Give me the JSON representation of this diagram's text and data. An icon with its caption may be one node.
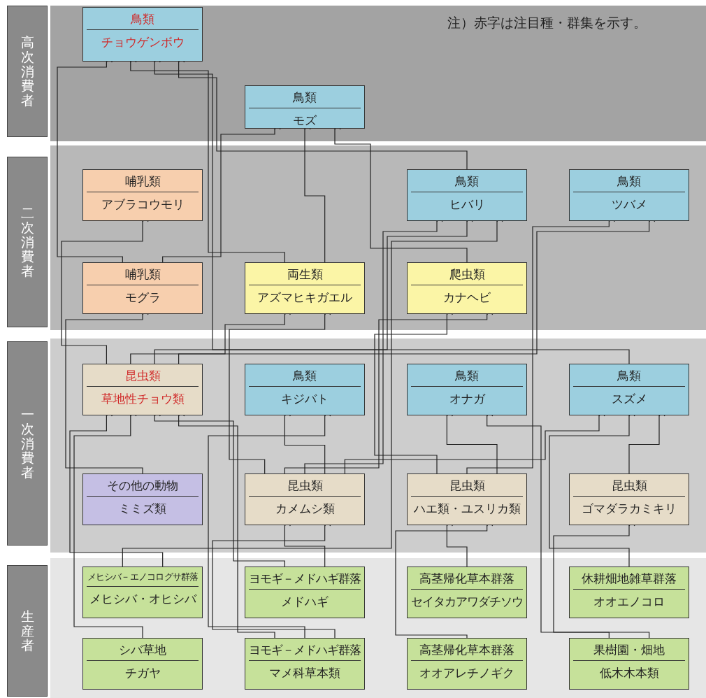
{
  "diagram": {
    "nodes": [
      {
        "text": [
          "高次消費者"
        ]
      },
      {
        "text": [
          "二次消費者"
        ]
      },
      {
        "text": [
          "一次消費者"
        ]
      },
      {
        "text": [
          "生産者"
        ]
      },
      {
        "text": [
          "鳥類",
          "チョウゲンボウ"
        ]
      },
      {
        "text": [
          "鳥類",
          "モズ"
        ]
      },
      {
        "text": [
          "哺乳類",
          "アブラコウモリ"
        ]
      },
      {
        "text": [
          "鳥類",
          "ヒバリ"
        ]
      },
      {
        "text": [
          "鳥類",
          "ツバメ"
        ]
      },
      {
        "text": [
          "哺乳類",
          "モグラ"
        ]
      },
      {
        "text": [
          "両生類",
          "アズマヒキガエル"
        ]
      },
      {
        "text": [
          "爬虫類",
          "カナヘビ"
        ]
      },
      {
        "text": [
          "昆虫類",
          "草地性チョウ類"
        ]
      },
      {
        "text": [
          "鳥類",
          "キジバト"
        ]
      },
      {
        "text": [
          "鳥類",
          "オナガ"
        ]
      },
      {
        "text": [
          "鳥類",
          "スズメ"
        ]
      },
      {
        "text": [
          "その他の動物",
          "ミミズ類"
        ]
      },
      {
        "text": [
          "昆虫類",
          "カメムシ類"
        ]
      },
      {
        "text": [
          "昆虫類",
          "ハエ類・ユスリカ類"
        ]
      },
      {
        "text": [
          "昆虫類",
          "ゴマダラカミキリ"
        ]
      },
      {
        "text": [
          "メヒシバ－エノコログサ群落",
          "メヒシバ・オヒシバ"
        ]
      },
      {
        "text": [
          "ヨモギ－メドハギ群落",
          "メドハギ"
        ]
      },
      {
        "text": [
          "高茎帰化草本群落",
          "セイタカアワダチソウ"
        ]
      },
      {
        "text": [
          "休耕畑地雑草群落",
          "オオエノコロ"
        ]
      },
      {
        "text": [
          "シバ草地",
          "チガヤ"
        ]
      },
      {
        "text": [
          "ヨモギ－メドハギ群落",
          "マメ科草本類"
        ]
      },
      {
        "text": [
          "高茎帰化草本群落",
          "オオアレチノギク"
        ]
      },
      {
        "text": [
          "果樹園・畑地",
          "低木木本類"
        ]
      }
    ],
    "edges": [
      {
        "from": 9,
        "to": 4,
        "arrow": "to"
      },
      {
        "from": 10,
        "to": 4,
        "arrow": "to"
      },
      {
        "from": 15,
        "to": 4,
        "arrow": "to"
      },
      {
        "from": 7,
        "to": 4,
        "arrow": "to"
      },
      {
        "from": 9,
        "to": 5,
        "arrow": "to"
      },
      {
        "from": 10,
        "to": 5,
        "arrow": "to"
      },
      {
        "from": 11,
        "to": 5,
        "arrow": "to"
      },
      {
        "from": 12,
        "to": 6,
        "arrow": "to"
      },
      {
        "from": 16,
        "to": 9,
        "arrow": "to"
      },
      {
        "from": 12,
        "to": 10,
        "arrow": "to"
      },
      {
        "from": 17,
        "to": 10,
        "arrow": "to"
      },
      {
        "from": 18,
        "to": 11,
        "arrow": "to"
      },
      {
        "from": 17,
        "to": 11,
        "arrow": "to"
      },
      {
        "from": 17,
        "to": 7,
        "arrow": "to"
      },
      {
        "from": 12,
        "to": 7,
        "arrow": "to"
      },
      {
        "from": 20,
        "to": 7,
        "arrow": "to"
      },
      {
        "from": 18,
        "to": 8,
        "arrow": "to"
      },
      {
        "from": 12,
        "to": 8,
        "arrow": "to"
      },
      {
        "from": 20,
        "to": 12,
        "arrow": "to"
      },
      {
        "from": 24,
        "to": 12,
        "arrow": "to"
      },
      {
        "from": 21,
        "to": 12,
        "arrow": "to"
      },
      {
        "from": 25,
        "to": 12,
        "arrow": "to"
      },
      {
        "from": 17,
        "to": 13,
        "arrow": "to"
      },
      {
        "from": 25,
        "to": 13,
        "arrow": "to"
      },
      {
        "from": 18,
        "to": 14,
        "arrow": "to"
      },
      {
        "from": 27,
        "to": 14,
        "arrow": "to"
      },
      {
        "from": 17,
        "to": 15,
        "arrow": "to"
      },
      {
        "from": 23,
        "to": 15,
        "arrow": "to"
      },
      {
        "from": 19,
        "to": 15,
        "arrow": "to"
      },
      {
        "from": 21,
        "to": 17,
        "arrow": "to"
      },
      {
        "from": 25,
        "to": 17,
        "arrow": "to"
      },
      {
        "from": 22,
        "to": 18,
        "arrow": "to"
      },
      {
        "from": 26,
        "to": 18,
        "arrow": "to"
      },
      {
        "from": 27,
        "to": 19,
        "arrow": "to"
      }
    ],
    "labels": [
      "注）赤字は注目種・群集を示す。"
    ]
  }
}
